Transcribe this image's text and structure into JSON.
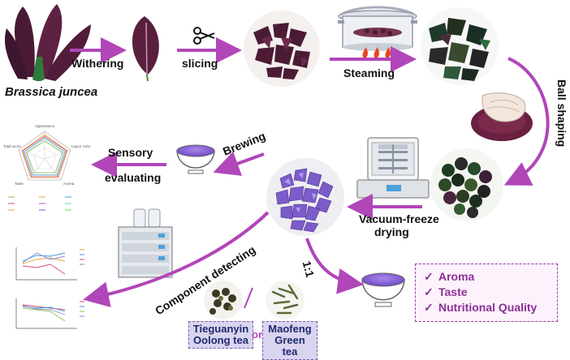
{
  "labels": {
    "plant": "Brassica juncea",
    "withering": "Withering",
    "slicing": "slicing",
    "steaming": "Steaming",
    "ball_shaping": "Ball shaping",
    "vacuum_freeze_drying_1": "Vacuum-freeze",
    "vacuum_freeze_drying_2": "drying",
    "brewing": "Brewing",
    "sensory_1": "Sensory",
    "sensory_2": "evaluating",
    "component_detecting": "Component detecting",
    "ratio": "1:1",
    "or": "or"
  },
  "teas": {
    "oolong_line1": "Tieguanyin",
    "oolong_line2": "Oolong tea",
    "green_line1": "Maofeng",
    "green_line2": "Green tea"
  },
  "qualities": [
    "Aroma",
    "Taste",
    "Nutritional Quality"
  ],
  "check_icon": "check-icon",
  "colors": {
    "arrow": "#b146b8",
    "leaf": "#5a1f3c",
    "tea_purple": "#7b5cc9",
    "box_fill": "#d9d4f0"
  }
}
